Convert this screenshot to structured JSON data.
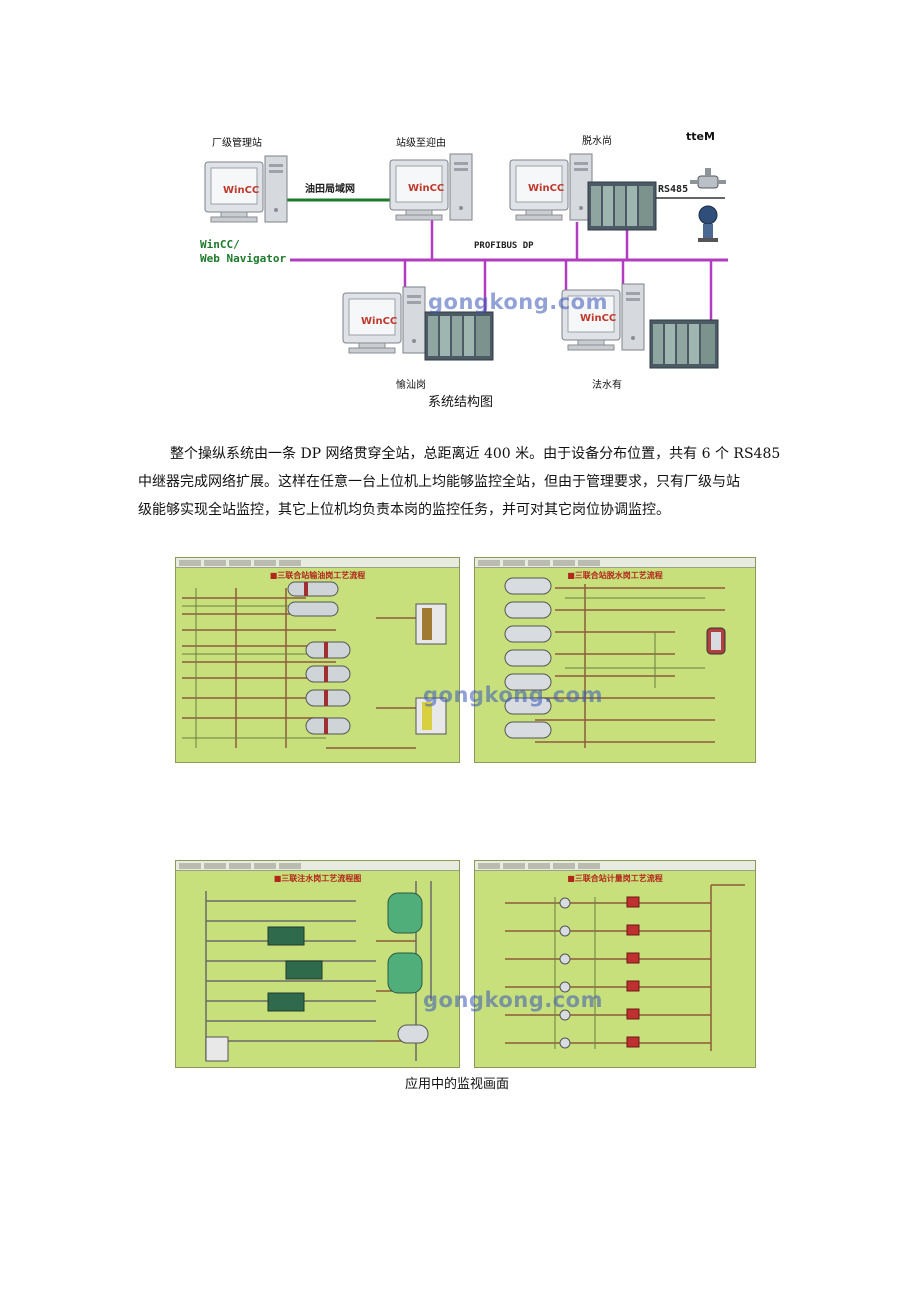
{
  "figure1": {
    "labels": {
      "plant_management_station": "厂级管理站",
      "station_level": "站级至迎由",
      "dehydration_post": "脱水尚",
      "ttem": "tteM",
      "oilfield_lan": "油田局域网",
      "rs485": "RS485",
      "profibus": "PROFIBUS DP",
      "wincc": "WinCC/",
      "web_navigator": "Web Navigator",
      "oil_transfer_post": "愉汕岗",
      "water_post": "法水有",
      "monitor_logo": "WinCC"
    },
    "watermark": "gongkong.com",
    "caption": "系统结构图"
  },
  "paragraph": {
    "lines": [
      "整个操纵系统由一条 DP 网络贯穿全站，总距离近 400 米。由于设备分布位置，共有 6 个 RS485",
      "中继器完成网络扩展。这样在任意一台上位机上均能够监控全站，但由于管理要求，只有厂级与站",
      "级能够实现全站监控，其它上位机均负责本岗的监控任务，并可对其它岗位协调监控。"
    ]
  },
  "screens": {
    "panels": [
      {
        "title": "■三联合站输油岗工艺流程"
      },
      {
        "title": "■三联合站脱水岗工艺流程"
      },
      {
        "title": "■三联注水岗工艺流程图"
      },
      {
        "title": "■三联合站计量岗工艺流程"
      }
    ],
    "watermark": "gongkong.com",
    "caption": "应用中的监视画面"
  },
  "colors": {
    "lan_line": "#1c7a2a",
    "profibus_line": "#b23cc0",
    "screen_bg": "#c7e07c",
    "watermark": "#3a57b8"
  }
}
